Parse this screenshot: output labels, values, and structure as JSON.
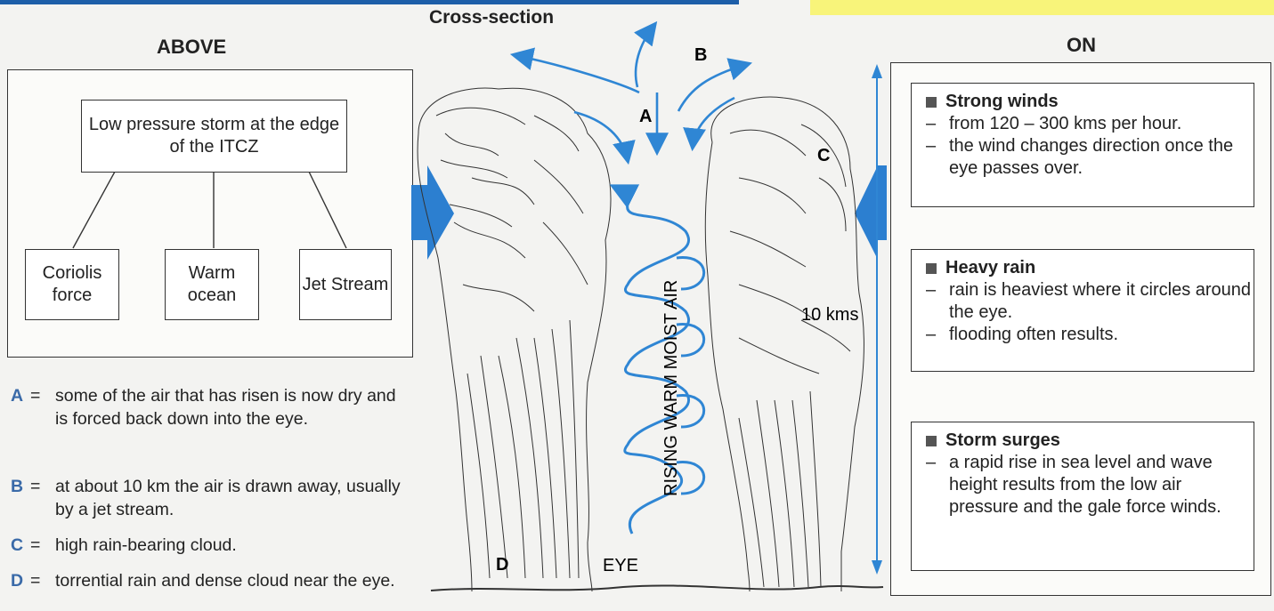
{
  "headings": {
    "cross_section": "Cross-section",
    "above": "ABOVE",
    "on": "ON"
  },
  "above_diagram": {
    "top_node": "Low pressure storm at the edge of the ITCZ",
    "children": [
      "Coriolis force",
      "Warm ocean",
      "Jet Stream"
    ]
  },
  "legend": [
    {
      "letter": "A",
      "eq": "=",
      "text": "some of the air that has risen is now dry and is forced back down into the eye."
    },
    {
      "letter": "B",
      "eq": "=",
      "text": "at about 10 km the air is drawn away, usually by a jet stream."
    },
    {
      "letter": "C",
      "eq": "=",
      "text": "high rain-bearing cloud."
    },
    {
      "letter": "D",
      "eq": "=",
      "text": "torrential rain and dense cloud near the eye."
    }
  ],
  "cross_section_labels": {
    "A": "A",
    "B": "B",
    "C": "C",
    "D": "D",
    "eye": "EYE",
    "rising": "RISING WARM MOIST AIR",
    "height": "10 kms"
  },
  "on_panel": [
    {
      "title": "Strong winds",
      "items": [
        "from 120 – 300 kms per hour.",
        "the wind changes direction once the eye passes over."
      ]
    },
    {
      "title": "Heavy rain",
      "items": [
        "rain is heaviest where it circles around the eye.",
        "flooding often results."
      ]
    },
    {
      "title": "Storm surges",
      "items": [
        "a rapid rise in sea level and wave height results from the low air pressure and the gale force winds."
      ]
    }
  ],
  "colors": {
    "arrow_blue": "#2f86d4",
    "fill_blue": "#2c7fd0",
    "letter_blue": "#3a6aa8",
    "banner_yellow": "#f8f47a"
  }
}
